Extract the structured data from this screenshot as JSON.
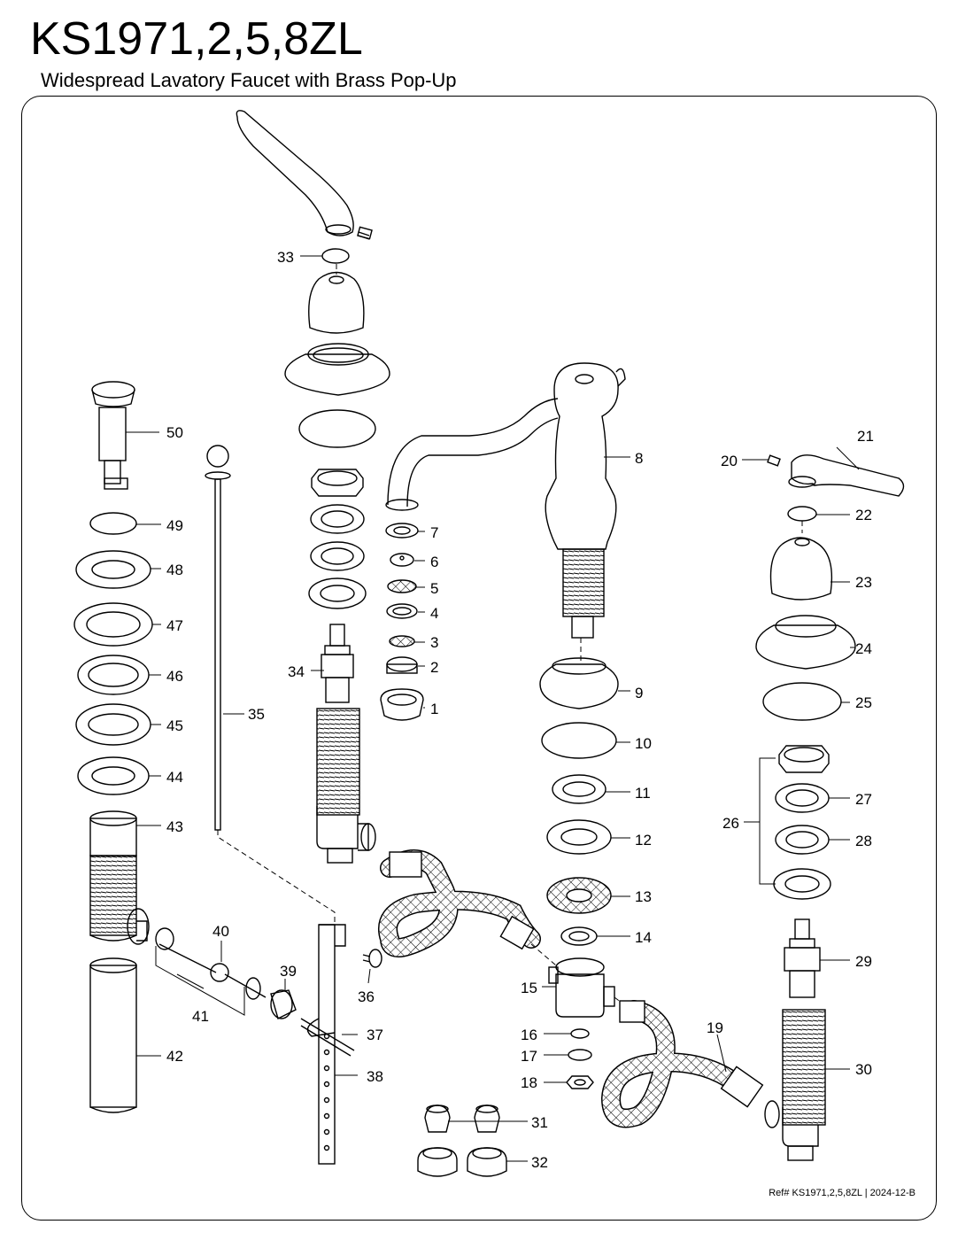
{
  "header": {
    "model": "KS1971,2,5,8ZL",
    "subtitle": "Widespread Lavatory Faucet with Brass Pop-Up"
  },
  "footer": {
    "ref_label": "Ref#",
    "ref_model": "KS1971,2,5,8ZL",
    "separator": "|",
    "revision": "2024-12-B"
  },
  "parts": {
    "p1": "1",
    "p2": "2",
    "p3": "3",
    "p4": "4",
    "p5": "5",
    "p6": "6",
    "p7": "7",
    "p8": "8",
    "p9": "9",
    "p10": "10",
    "p11": "11",
    "p12": "12",
    "p13": "13",
    "p14": "14",
    "p15": "15",
    "p16": "16",
    "p17": "17",
    "p18": "18",
    "p19": "19",
    "p20": "20",
    "p21": "21",
    "p22": "22",
    "p23": "23",
    "p24": "24",
    "p25": "25",
    "p26": "26",
    "p27": "27",
    "p28": "28",
    "p29": "29",
    "p30": "30",
    "p31": "31",
    "p32": "32",
    "p33": "33",
    "p34": "34",
    "p35": "35",
    "p36": "36",
    "p37": "37",
    "p38": "38",
    "p39": "39",
    "p40": "40",
    "p41": "41",
    "p42": "42",
    "p43": "43",
    "p44": "44",
    "p45": "45",
    "p46": "46",
    "p47": "47",
    "p48": "48",
    "p49": "49",
    "p50": "50"
  }
}
